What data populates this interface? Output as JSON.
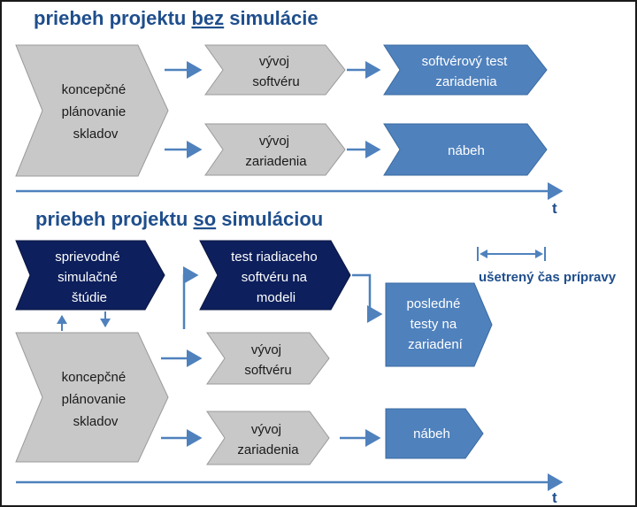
{
  "section_top": {
    "title_before": "priebeh projektu ",
    "title_key": "bez",
    "title_after": " simulácie",
    "planning": [
      "koncepčné",
      "plánovanie",
      "skladov"
    ],
    "dev_software": [
      "vývoj",
      "softvéru"
    ],
    "dev_device": [
      "vývoj",
      "zariadenia"
    ],
    "sw_test": [
      "softvérový test",
      "zariadenia"
    ],
    "startup": [
      "nábeh"
    ],
    "time_label": "t"
  },
  "section_bottom": {
    "title_before": "priebeh projektu ",
    "title_key": "so",
    "title_after": " simuláciou",
    "studies": [
      "sprievodné",
      "simulačné",
      "štúdie"
    ],
    "model_test": [
      "test riadiaceho",
      "softvéru na",
      "modeli"
    ],
    "planning": [
      "koncepčné",
      "plánovanie",
      "skladov"
    ],
    "dev_software": [
      "vývoj",
      "softvéru"
    ],
    "dev_device": [
      "vývoj",
      "zariadenia"
    ],
    "final_tests": [
      "posledné",
      "testy na",
      "zariadení"
    ],
    "startup": [
      "nábeh"
    ],
    "saved_time": "ušetrený čas prípravy",
    "time_label": "t"
  },
  "colors": {
    "grey": "#c8c8c8",
    "grey_stroke": "#9a9a9a",
    "mid_blue": "#4f81bd",
    "mid_blue_stroke": "#3a6aa0",
    "dark_navy": "#0d1f5c",
    "arrow": "#4f81bd",
    "title": "#1f4e8c"
  }
}
